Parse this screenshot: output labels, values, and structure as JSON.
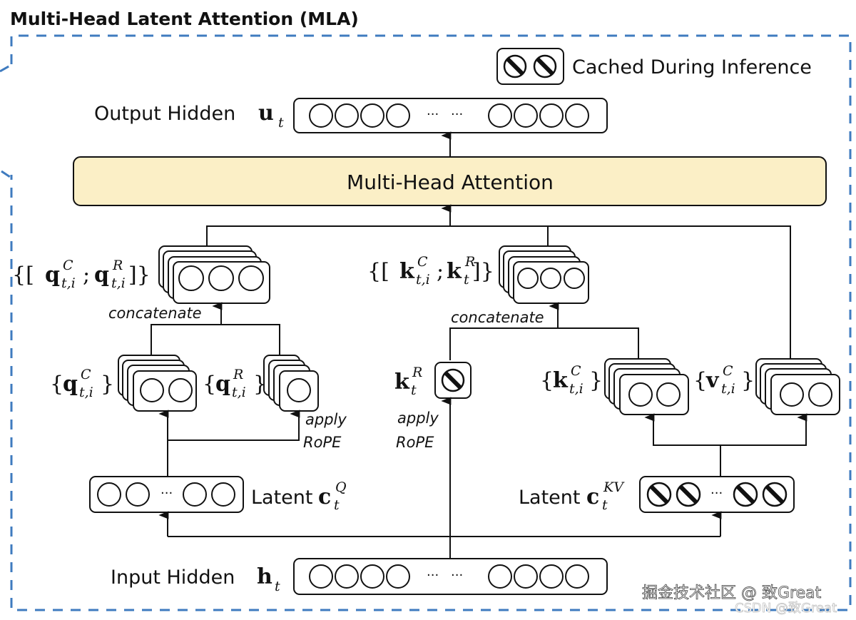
{
  "title": "Multi-Head Latent Attention (MLA)",
  "legend": {
    "label": "Cached During Inference",
    "icon": "hatched-circle-icon"
  },
  "output_hidden": {
    "label": "Output Hidden",
    "symbol": "u",
    "subscript": "t"
  },
  "attention": {
    "label": "Multi-Head Attention",
    "fill": "#fbefc6"
  },
  "query_concat": {
    "text_open": "{[",
    "symbol1": "q",
    "sup1": "C",
    "sub1": "t,i",
    "sep": ";",
    "symbol2": "q",
    "sup2": "R",
    "sub2": "t,i",
    "text_close": "]}",
    "annotation": "concatenate"
  },
  "key_concat": {
    "text_open": "{[",
    "symbol1": "k",
    "sup1": "C",
    "sub1": "t,i",
    "sep": ";",
    "symbol2": "k",
    "sup2": "R",
    "sub2": "t",
    "text_close": "]}",
    "annotation": "concatenate"
  },
  "q_compressed": {
    "symbol": "q",
    "sup": "C",
    "sub": "t,i"
  },
  "q_rope": {
    "symbol": "q",
    "sup": "R",
    "sub": "t,i",
    "annotation_line1": "apply",
    "annotation_line2": "RoPE"
  },
  "k_rope": {
    "symbol": "k",
    "sup": "R",
    "sub": "t",
    "annotation_line1": "apply",
    "annotation_line2": "RoPE"
  },
  "k_compressed": {
    "symbol": "k",
    "sup": "C",
    "sub": "t,i"
  },
  "v_compressed": {
    "symbol": "v",
    "sup": "C",
    "sub": "t,i"
  },
  "latent_q": {
    "label": "Latent",
    "symbol": "c",
    "sup": "Q",
    "sub": "t"
  },
  "latent_kv": {
    "label": "Latent",
    "symbol": "c",
    "sup": "KV",
    "sub": "t"
  },
  "input_hidden": {
    "label": "Input Hidden",
    "symbol": "h",
    "sub": "t"
  },
  "ellipsis": "···",
  "colors": {
    "border_dash": "#3f7bbf",
    "attention_fill": "#fbefc6"
  },
  "watermark": {
    "line1": "掘金技术社区 @ 致Great",
    "line2": "CSDN @致Great"
  }
}
